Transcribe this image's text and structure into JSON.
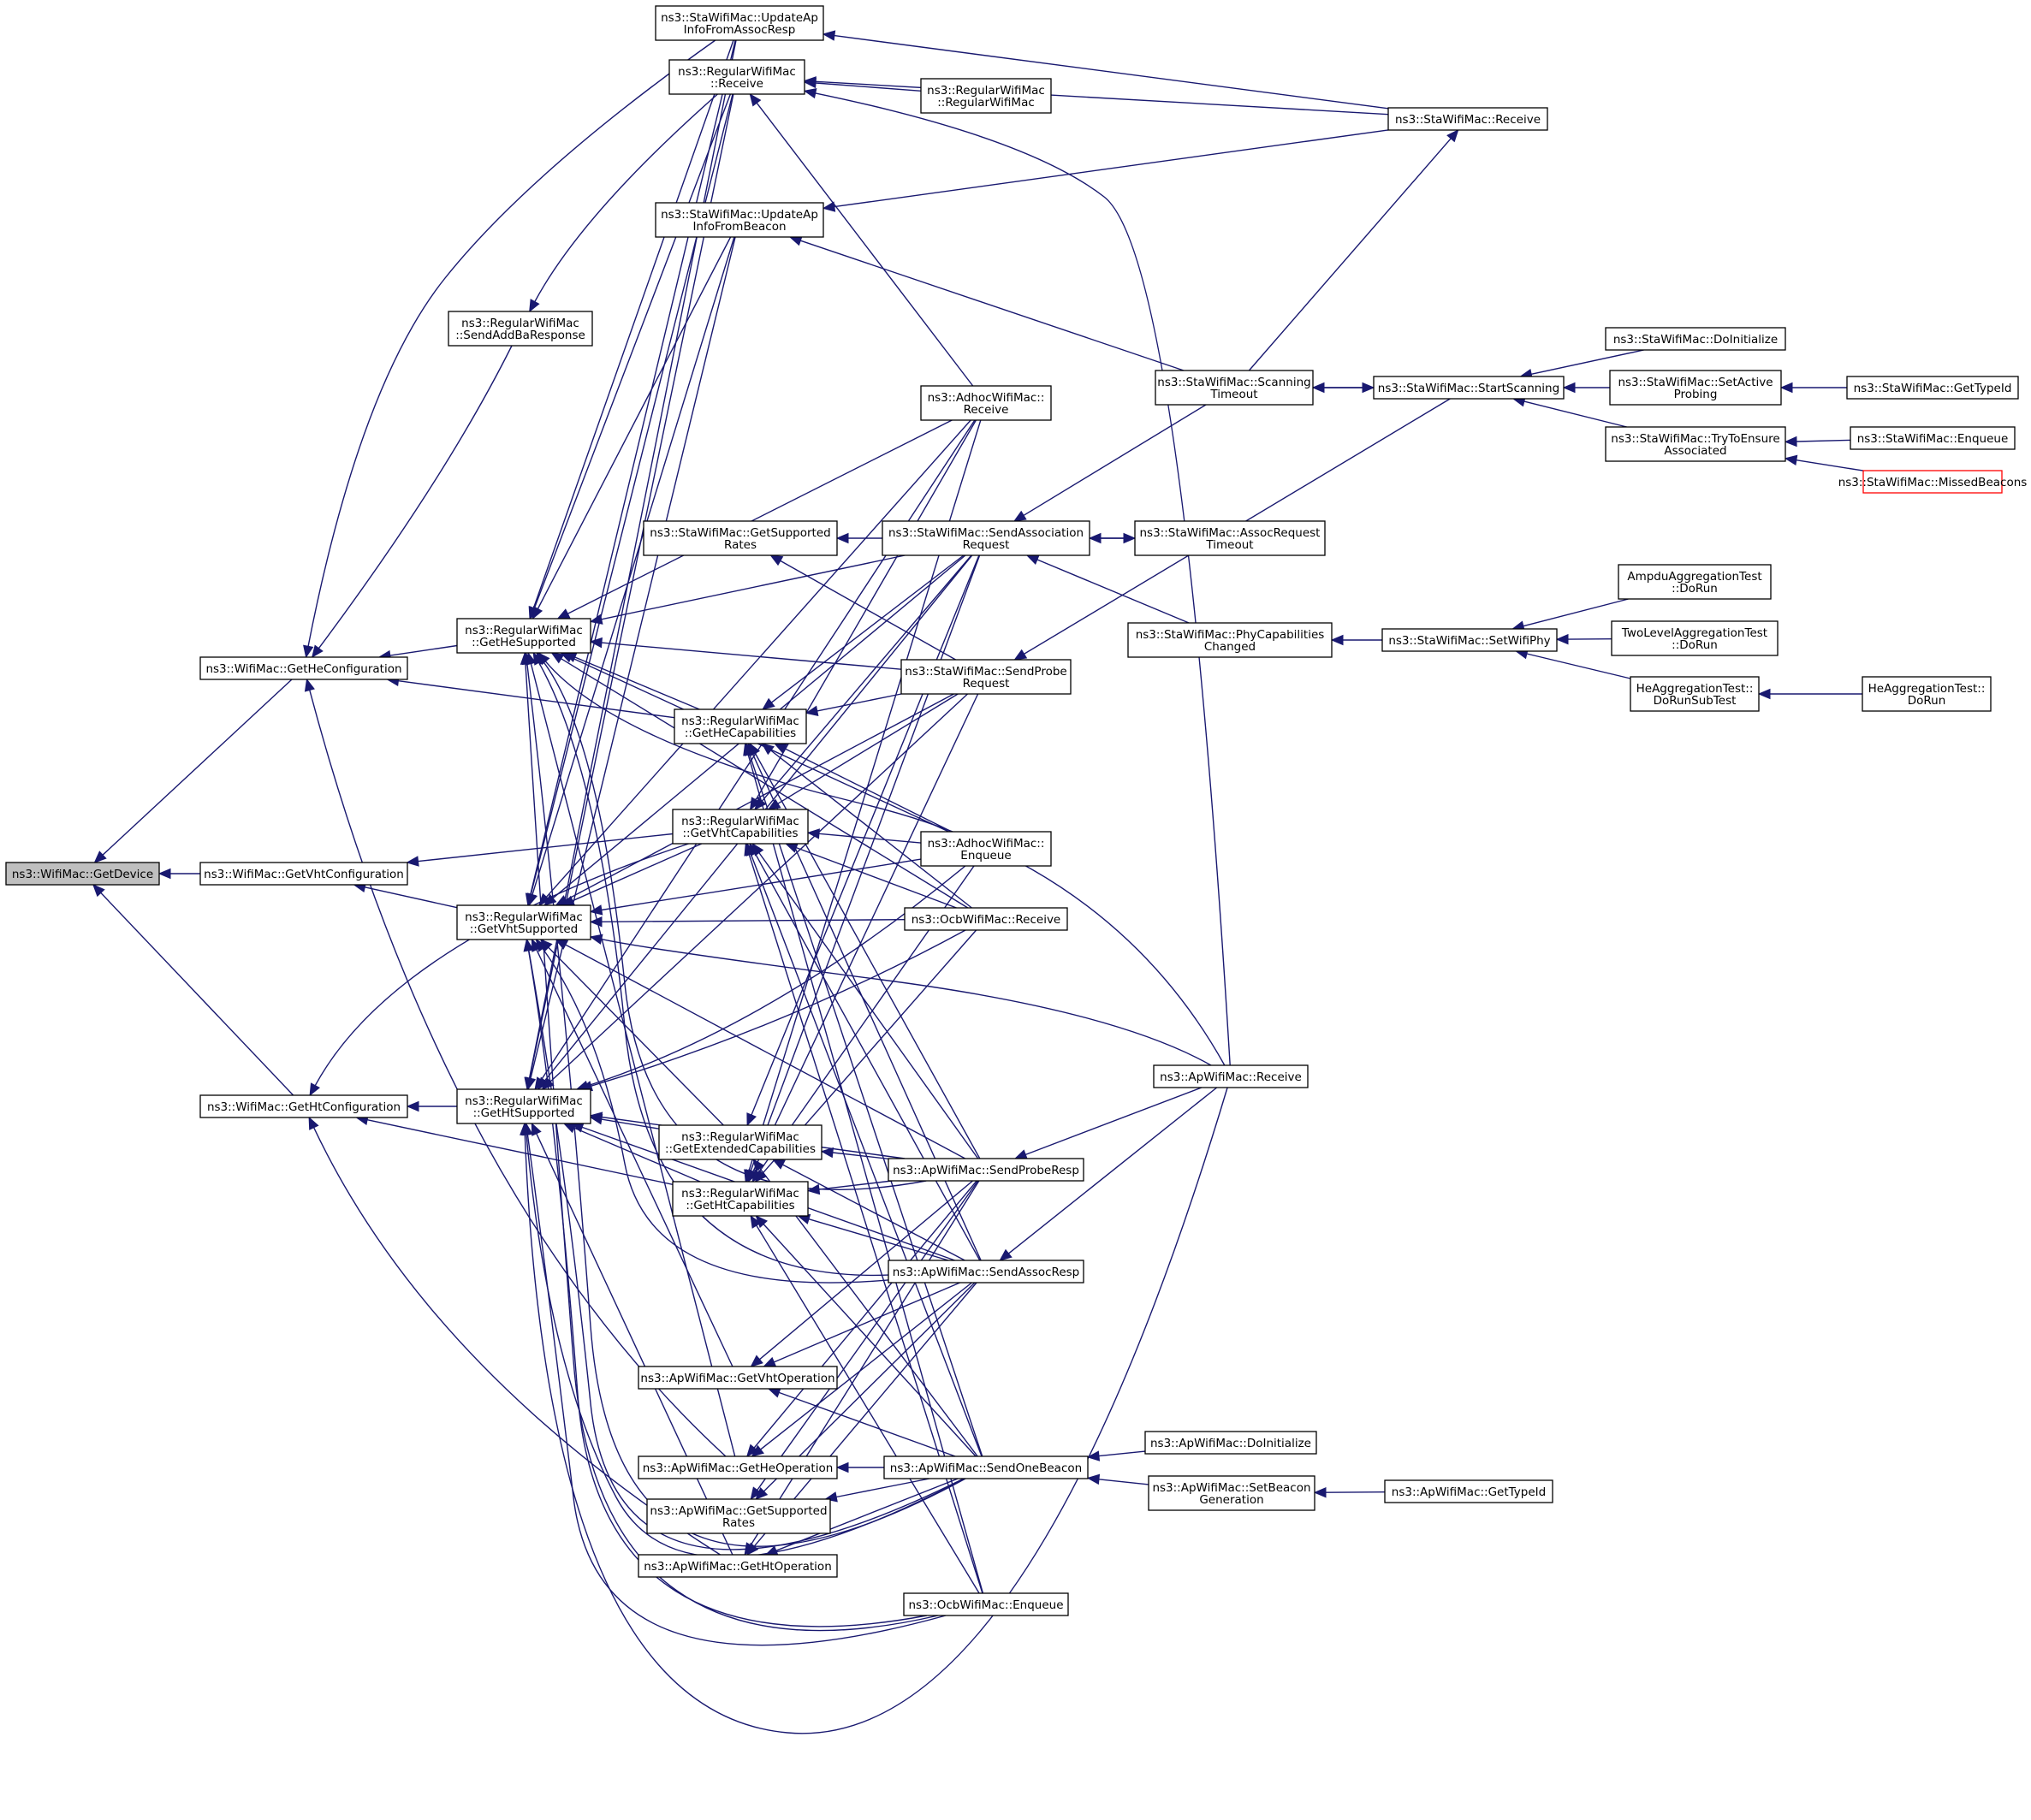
{
  "graph": {
    "direction": "right-to-left (arrows point from caller to callee)",
    "colors": {
      "edge": "#191970",
      "root_fill": "#bfbfbf",
      "node_border": "#000000",
      "truncated_border": "#ff0000"
    },
    "nodes": [
      {
        "id": "getdevice",
        "lines": [
          "ns3::WifiMac::GetDevice"
        ],
        "style": "root"
      },
      {
        "id": "getheconf",
        "lines": [
          "ns3::WifiMac::GetHeConfiguration"
        ]
      },
      {
        "id": "getvhtconf",
        "lines": [
          "ns3::WifiMac::GetVhtConfiguration"
        ]
      },
      {
        "id": "gethtconf",
        "lines": [
          "ns3::WifiMac::GetHtConfiguration"
        ]
      },
      {
        "id": "sendaddba",
        "lines": [
          "ns3::RegularWifiMac",
          "::SendAddBaResponse"
        ]
      },
      {
        "id": "gethesupp",
        "lines": [
          "ns3::RegularWifiMac",
          "::GetHeSupported"
        ]
      },
      {
        "id": "getvhtsupp",
        "lines": [
          "ns3::RegularWifiMac",
          "::GetVhtSupported"
        ]
      },
      {
        "id": "gethtsupp",
        "lines": [
          "ns3::RegularWifiMac",
          "::GetHtSupported"
        ]
      },
      {
        "id": "updassoc",
        "lines": [
          "ns3::StaWifiMac::UpdateAp",
          "InfoFromAssocResp"
        ]
      },
      {
        "id": "regrecv",
        "lines": [
          "ns3::RegularWifiMac",
          "::Receive"
        ]
      },
      {
        "id": "updbeacon",
        "lines": [
          "ns3::StaWifiMac::UpdateAp",
          "InfoFromBeacon"
        ]
      },
      {
        "id": "stagetrates",
        "lines": [
          "ns3::StaWifiMac::GetSupported",
          "Rates"
        ]
      },
      {
        "id": "gethecap",
        "lines": [
          "ns3::RegularWifiMac",
          "::GetHeCapabilities"
        ]
      },
      {
        "id": "getvhtcap",
        "lines": [
          "ns3::RegularWifiMac",
          "::GetVhtCapabilities"
        ]
      },
      {
        "id": "getextcap",
        "lines": [
          "ns3::RegularWifiMac",
          "::GetExtendedCapabilities"
        ]
      },
      {
        "id": "gethtcap",
        "lines": [
          "ns3::RegularWifiMac",
          "::GetHtCapabilities"
        ]
      },
      {
        "id": "apvhtop",
        "lines": [
          "ns3::ApWifiMac::GetVhtOperation"
        ]
      },
      {
        "id": "apheop",
        "lines": [
          "ns3::ApWifiMac::GetHeOperation"
        ]
      },
      {
        "id": "apgetrates",
        "lines": [
          "ns3::ApWifiMac::GetSupported",
          "Rates"
        ]
      },
      {
        "id": "aphtop",
        "lines": [
          "ns3::ApWifiMac::GetHtOperation"
        ]
      },
      {
        "id": "regctor",
        "lines": [
          "ns3::RegularWifiMac",
          "::RegularWifiMac"
        ]
      },
      {
        "id": "adhocrecv",
        "lines": [
          "ns3::AdhocWifiMac::",
          "Receive"
        ]
      },
      {
        "id": "sendassocreq",
        "lines": [
          "ns3::StaWifiMac::SendAssociation",
          "Request"
        ]
      },
      {
        "id": "sendprobereq",
        "lines": [
          "ns3::StaWifiMac::SendProbe",
          "Request"
        ]
      },
      {
        "id": "adhocenq",
        "lines": [
          "ns3::AdhocWifiMac::",
          "Enqueue"
        ]
      },
      {
        "id": "ocbrecv",
        "lines": [
          "ns3::OcbWifiMac::Receive"
        ]
      },
      {
        "id": "sendproberesp",
        "lines": [
          "ns3::ApWifiMac::SendProbeResp"
        ]
      },
      {
        "id": "sendassocresp",
        "lines": [
          "ns3::ApWifiMac::SendAssocResp"
        ]
      },
      {
        "id": "sendonebeacon",
        "lines": [
          "ns3::ApWifiMac::SendOneBeacon"
        ]
      },
      {
        "id": "ocbenq",
        "lines": [
          "ns3::OcbWifiMac::Enqueue"
        ]
      },
      {
        "id": "starecv",
        "lines": [
          "ns3::StaWifiMac::Receive"
        ]
      },
      {
        "id": "scantimeout",
        "lines": [
          "ns3::StaWifiMac::Scanning",
          "Timeout"
        ]
      },
      {
        "id": "assocreqtimeout",
        "lines": [
          "ns3::StaWifiMac::AssocRequest",
          "Timeout"
        ]
      },
      {
        "id": "phycapchg",
        "lines": [
          "ns3::StaWifiMac::PhyCapabilities",
          "Changed"
        ]
      },
      {
        "id": "aprecv",
        "lines": [
          "ns3::ApWifiMac::Receive"
        ]
      },
      {
        "id": "apdoinit",
        "lines": [
          "ns3::ApWifiMac::DoInitialize"
        ]
      },
      {
        "id": "apsetbeacon",
        "lines": [
          "ns3::ApWifiMac::SetBeacon",
          "Generation"
        ]
      },
      {
        "id": "startscan",
        "lines": [
          "ns3::StaWifiMac::StartScanning"
        ]
      },
      {
        "id": "setwifiphy",
        "lines": [
          "ns3::StaWifiMac::SetWifiPhy"
        ]
      },
      {
        "id": "apgettypeid",
        "lines": [
          "ns3::ApWifiMac::GetTypeId"
        ]
      },
      {
        "id": "stadoinit",
        "lines": [
          "ns3::StaWifiMac::DoInitialize"
        ]
      },
      {
        "id": "setactive",
        "lines": [
          "ns3::StaWifiMac::SetActive",
          "Probing"
        ]
      },
      {
        "id": "trytoensure",
        "lines": [
          "ns3::StaWifiMac::TryToEnsure",
          "Associated"
        ]
      },
      {
        "id": "ampdu",
        "lines": [
          "AmpduAggregationTest",
          "::DoRun"
        ]
      },
      {
        "id": "twolevel",
        "lines": [
          "TwoLevelAggregationTest",
          "::DoRun"
        ]
      },
      {
        "id": "heaggsub",
        "lines": [
          "HeAggregationTest::",
          "DoRunSubTest"
        ]
      },
      {
        "id": "stagettypeid",
        "lines": [
          "ns3::StaWifiMac::GetTypeId"
        ]
      },
      {
        "id": "staenq",
        "lines": [
          "ns3::StaWifiMac::Enqueue"
        ]
      },
      {
        "id": "missed",
        "lines": [
          "ns3::StaWifiMac::MissedBeacons"
        ],
        "style": "truncated"
      },
      {
        "id": "heaggrun",
        "lines": [
          "HeAggregationTest::",
          "DoRun"
        ]
      }
    ],
    "edges": [
      [
        "getheconf",
        "getdevice"
      ],
      [
        "getvhtconf",
        "getdevice"
      ],
      [
        "gethtconf",
        "getdevice"
      ],
      [
        "sendaddba",
        "getheconf"
      ],
      [
        "updassoc",
        "getheconf"
      ],
      [
        "gethesupp",
        "getheconf"
      ],
      [
        "gethecap",
        "getheconf"
      ],
      [
        "apheop",
        "getheconf"
      ],
      [
        "getvhtsupp",
        "getvhtconf"
      ],
      [
        "getvhtcap",
        "getvhtconf"
      ],
      [
        "gethtsupp",
        "gethtconf"
      ],
      [
        "gethtcap",
        "gethtconf"
      ],
      [
        "getvhtcap",
        "gethtconf"
      ],
      [
        "aphtop",
        "gethtconf"
      ],
      [
        "regrecv",
        "sendaddba"
      ],
      [
        "updassoc",
        "gethesupp"
      ],
      [
        "regrecv",
        "gethesupp"
      ],
      [
        "updbeacon",
        "gethesupp"
      ],
      [
        "gethecap",
        "gethesupp"
      ],
      [
        "adhocrecv",
        "gethesupp"
      ],
      [
        "sendassocreq",
        "gethesupp"
      ],
      [
        "sendprobereq",
        "gethesupp"
      ],
      [
        "adhocenq",
        "gethesupp"
      ],
      [
        "ocbrecv",
        "gethesupp"
      ],
      [
        "sendproberesp",
        "gethesupp"
      ],
      [
        "sendassocresp",
        "gethesupp"
      ],
      [
        "sendonebeacon",
        "gethesupp"
      ],
      [
        "ocbenq",
        "gethesupp"
      ],
      [
        "apheop",
        "gethesupp"
      ],
      [
        "aprecv",
        "gethesupp"
      ],
      [
        "updassoc",
        "getvhtsupp"
      ],
      [
        "regrecv",
        "getvhtsupp"
      ],
      [
        "updbeacon",
        "getvhtsupp"
      ],
      [
        "getvhtcap",
        "getvhtsupp"
      ],
      [
        "getextcap",
        "getvhtsupp"
      ],
      [
        "adhocrecv",
        "getvhtsupp"
      ],
      [
        "sendassocreq",
        "getvhtsupp"
      ],
      [
        "sendprobereq",
        "getvhtsupp"
      ],
      [
        "adhocenq",
        "getvhtsupp"
      ],
      [
        "ocbrecv",
        "getvhtsupp"
      ],
      [
        "sendproberesp",
        "getvhtsupp"
      ],
      [
        "sendassocresp",
        "getvhtsupp"
      ],
      [
        "sendonebeacon",
        "getvhtsupp"
      ],
      [
        "ocbenq",
        "getvhtsupp"
      ],
      [
        "apvhtop",
        "getvhtsupp"
      ],
      [
        "aprecv",
        "getvhtsupp"
      ],
      [
        "updassoc",
        "gethtsupp"
      ],
      [
        "regrecv",
        "gethtsupp"
      ],
      [
        "updbeacon",
        "gethtsupp"
      ],
      [
        "gethtcap",
        "gethtsupp"
      ],
      [
        "getextcap",
        "gethtsupp"
      ],
      [
        "adhocrecv",
        "gethtsupp"
      ],
      [
        "sendassocreq",
        "gethtsupp"
      ],
      [
        "sendprobereq",
        "gethtsupp"
      ],
      [
        "adhocenq",
        "gethtsupp"
      ],
      [
        "ocbrecv",
        "gethtsupp"
      ],
      [
        "sendproberesp",
        "gethtsupp"
      ],
      [
        "sendassocresp",
        "gethtsupp"
      ],
      [
        "sendonebeacon",
        "gethtsupp"
      ],
      [
        "ocbenq",
        "gethtsupp"
      ],
      [
        "aphtop",
        "gethtsupp"
      ],
      [
        "aprecv",
        "gethtsupp"
      ],
      [
        "starecv",
        "updassoc"
      ],
      [
        "regctor",
        "regrecv"
      ],
      [
        "starecv",
        "regrecv"
      ],
      [
        "adhocrecv",
        "regrecv"
      ],
      [
        "aprecv",
        "regrecv"
      ],
      [
        "starecv",
        "updbeacon"
      ],
      [
        "scantimeout",
        "updbeacon"
      ],
      [
        "sendassocreq",
        "stagetrates"
      ],
      [
        "sendprobereq",
        "stagetrates"
      ],
      [
        "sendassocreq",
        "gethecap"
      ],
      [
        "sendprobereq",
        "gethecap"
      ],
      [
        "adhocenq",
        "gethecap"
      ],
      [
        "ocbrecv",
        "gethecap"
      ],
      [
        "sendproberesp",
        "gethecap"
      ],
      [
        "sendassocresp",
        "gethecap"
      ],
      [
        "sendonebeacon",
        "gethecap"
      ],
      [
        "ocbenq",
        "gethecap"
      ],
      [
        "adhocrecv",
        "getvhtcap"
      ],
      [
        "sendassocreq",
        "getvhtcap"
      ],
      [
        "sendprobereq",
        "getvhtcap"
      ],
      [
        "adhocenq",
        "getvhtcap"
      ],
      [
        "ocbrecv",
        "getvhtcap"
      ],
      [
        "sendproberesp",
        "getvhtcap"
      ],
      [
        "sendassocresp",
        "getvhtcap"
      ],
      [
        "sendonebeacon",
        "getvhtcap"
      ],
      [
        "ocbenq",
        "getvhtcap"
      ],
      [
        "sendassocreq",
        "getextcap"
      ],
      [
        "sendproberesp",
        "getextcap"
      ],
      [
        "sendassocresp",
        "getextcap"
      ],
      [
        "sendonebeacon",
        "getextcap"
      ],
      [
        "adhocrecv",
        "gethtcap"
      ],
      [
        "sendassocreq",
        "gethtcap"
      ],
      [
        "sendprobereq",
        "gethtcap"
      ],
      [
        "adhocenq",
        "gethtcap"
      ],
      [
        "ocbrecv",
        "gethtcap"
      ],
      [
        "sendproberesp",
        "gethtcap"
      ],
      [
        "sendassocresp",
        "gethtcap"
      ],
      [
        "sendonebeacon",
        "gethtcap"
      ],
      [
        "ocbenq",
        "gethtcap"
      ],
      [
        "sendproberesp",
        "apvhtop"
      ],
      [
        "sendassocresp",
        "apvhtop"
      ],
      [
        "sendonebeacon",
        "apvhtop"
      ],
      [
        "sendproberesp",
        "apheop"
      ],
      [
        "sendassocresp",
        "apheop"
      ],
      [
        "sendonebeacon",
        "apheop"
      ],
      [
        "sendproberesp",
        "apgetrates"
      ],
      [
        "sendassocresp",
        "apgetrates"
      ],
      [
        "sendonebeacon",
        "apgetrates"
      ],
      [
        "sendproberesp",
        "aphtop"
      ],
      [
        "sendassocresp",
        "aphtop"
      ],
      [
        "sendonebeacon",
        "aphtop"
      ],
      [
        "scantimeout",
        "sendassocreq"
      ],
      [
        "assocreqtimeout",
        "sendassocreq"
      ],
      [
        "phycapchg",
        "sendassocreq"
      ],
      [
        "startscan",
        "sendprobereq"
      ],
      [
        "aprecv",
        "sendproberesp"
      ],
      [
        "aprecv",
        "sendassocresp"
      ],
      [
        "apdoinit",
        "sendonebeacon"
      ],
      [
        "apsetbeacon",
        "sendonebeacon"
      ],
      [
        "scantimeout",
        "starecv"
      ],
      [
        "startscan",
        "scantimeout"
      ],
      [
        "scantimeout",
        "startscan"
      ],
      [
        "sendassocreq",
        "assocreqtimeout"
      ],
      [
        "setwifiphy",
        "phycapchg"
      ],
      [
        "apgettypeid",
        "apsetbeacon"
      ],
      [
        "stadoinit",
        "startscan"
      ],
      [
        "setactive",
        "startscan"
      ],
      [
        "trytoensure",
        "startscan"
      ],
      [
        "ampdu",
        "setwifiphy"
      ],
      [
        "twolevel",
        "setwifiphy"
      ],
      [
        "heaggsub",
        "setwifiphy"
      ],
      [
        "stagettypeid",
        "setactive"
      ],
      [
        "staenq",
        "trytoensure"
      ],
      [
        "missed",
        "trytoensure"
      ],
      [
        "heaggrun",
        "heaggsub"
      ]
    ]
  }
}
